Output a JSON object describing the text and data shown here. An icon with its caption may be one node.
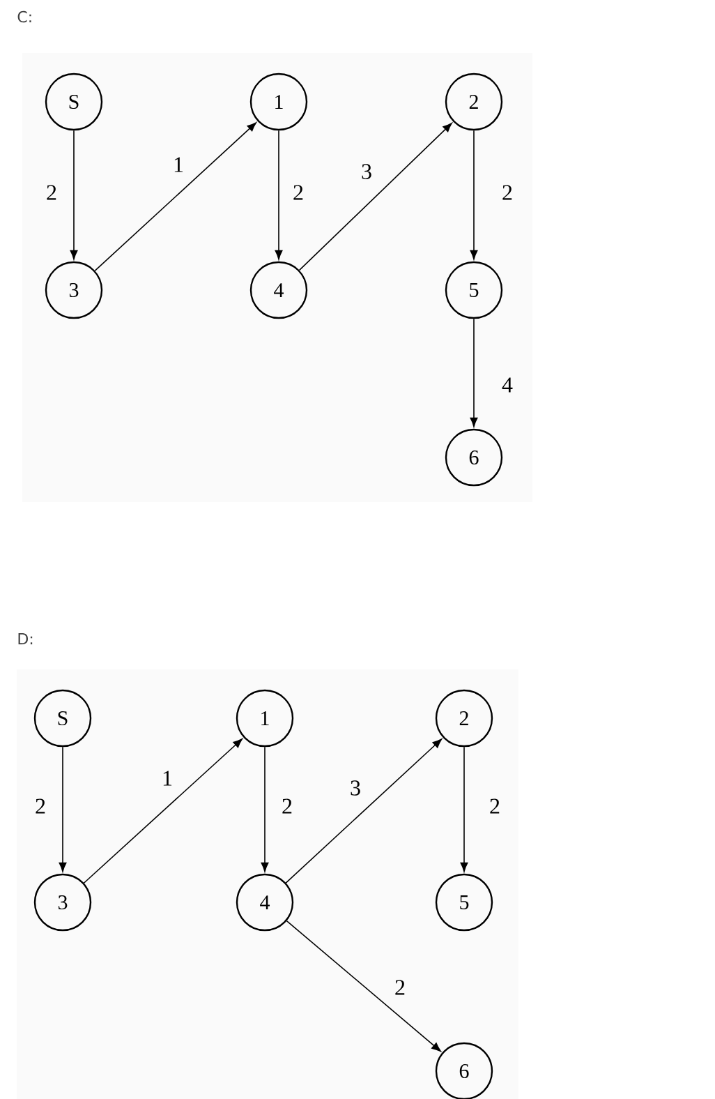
{
  "diagram": {
    "nodes": [
      {
        "text": [
          "S"
        ]
      },
      {
        "text": [
          "1"
        ]
      },
      {
        "text": [
          "2"
        ]
      },
      {
        "text": [
          "3"
        ]
      },
      {
        "text": [
          "4"
        ]
      },
      {
        "text": [
          "5"
        ]
      },
      {
        "text": [
          "6"
        ]
      },
      {
        "text": [
          "S"
        ]
      },
      {
        "text": [
          "1"
        ]
      },
      {
        "text": [
          "2"
        ]
      },
      {
        "text": [
          "3"
        ]
      },
      {
        "text": [
          "4"
        ]
      },
      {
        "text": [
          "5"
        ]
      },
      {
        "text": [
          "6"
        ]
      }
    ],
    "edges": [
      {
        "from": 0,
        "to": 3,
        "arrow": "to",
        "label": "2"
      },
      {
        "from": 3,
        "to": 1,
        "arrow": "to",
        "label": "1"
      },
      {
        "from": 1,
        "to": 4,
        "arrow": "to",
        "label": "2"
      },
      {
        "from": 4,
        "to": 2,
        "arrow": "to",
        "label": "3"
      },
      {
        "from": 2,
        "to": 5,
        "arrow": "to",
        "label": "2"
      },
      {
        "from": 5,
        "to": 6,
        "arrow": "to",
        "label": "4"
      },
      {
        "from": 7,
        "to": 10,
        "arrow": "to",
        "label": "2"
      },
      {
        "from": 10,
        "to": 8,
        "arrow": "to",
        "label": "1"
      },
      {
        "from": 8,
        "to": 11,
        "arrow": "to",
        "label": "2"
      },
      {
        "from": 11,
        "to": 9,
        "arrow": "to",
        "label": "3"
      },
      {
        "from": 9,
        "to": 12,
        "arrow": "to",
        "label": "2"
      },
      {
        "from": 11,
        "to": 13,
        "arrow": "to",
        "label": "2"
      }
    ],
    "labels": [
      "C:",
      "D:"
    ]
  }
}
